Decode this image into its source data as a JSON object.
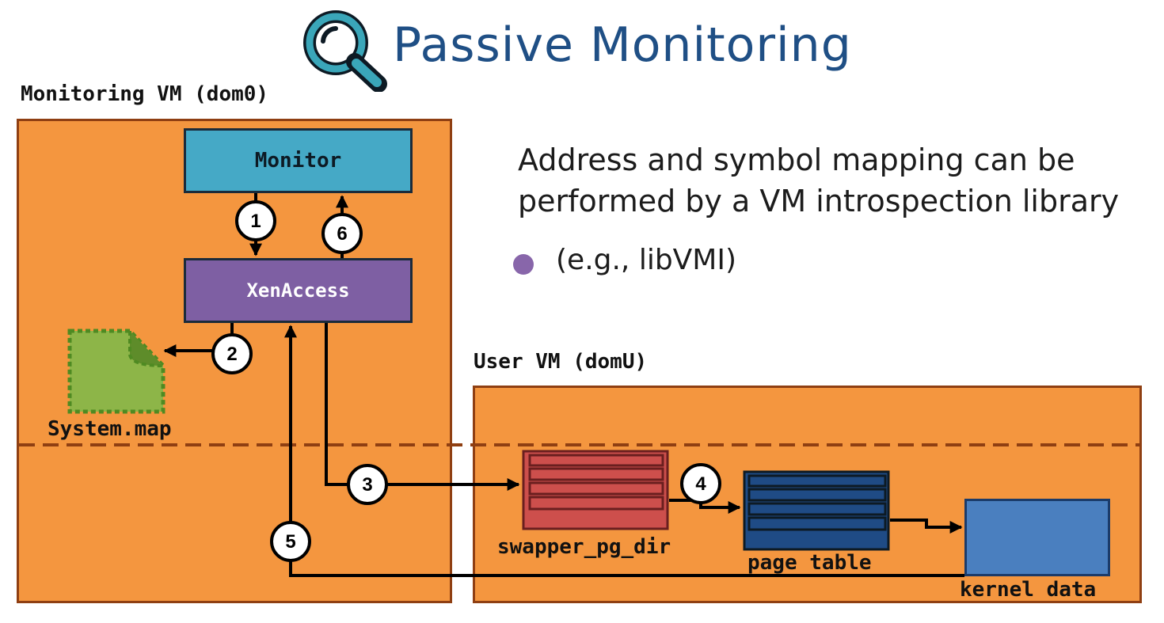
{
  "title": "Passive Monitoring",
  "monitoring_vm": {
    "label": "Monitoring VM (dom0)"
  },
  "user_vm": {
    "label": "User VM (domU)"
  },
  "nodes": {
    "monitor": "Monitor",
    "xenaccess": "XenAccess",
    "system_map": "System.map",
    "swapper_pg_dir": "swapper_pg_dir",
    "page_table": "page table",
    "kernel_data": "kernel data"
  },
  "steps": [
    "1",
    "2",
    "3",
    "4",
    "5",
    "6"
  ],
  "description": "Address and symbol mapping can be performed by a VM introspection library",
  "bullets": [
    "(e.g., libVMI)"
  ],
  "colors": {
    "title": "#1f4f85",
    "vm_fill": "#f4963f",
    "vm_border": "#8f3f12",
    "monitor": "#45a9c6",
    "xenaccess": "#7e5fa3",
    "system_map": "#8db548",
    "swapper_pg_dir": "#cd4f4c",
    "page_table": "#1f4b85",
    "kernel_data": "#4a7fbf",
    "bullet": "#8866aa"
  },
  "icons": [
    "magnifier-icon"
  ]
}
